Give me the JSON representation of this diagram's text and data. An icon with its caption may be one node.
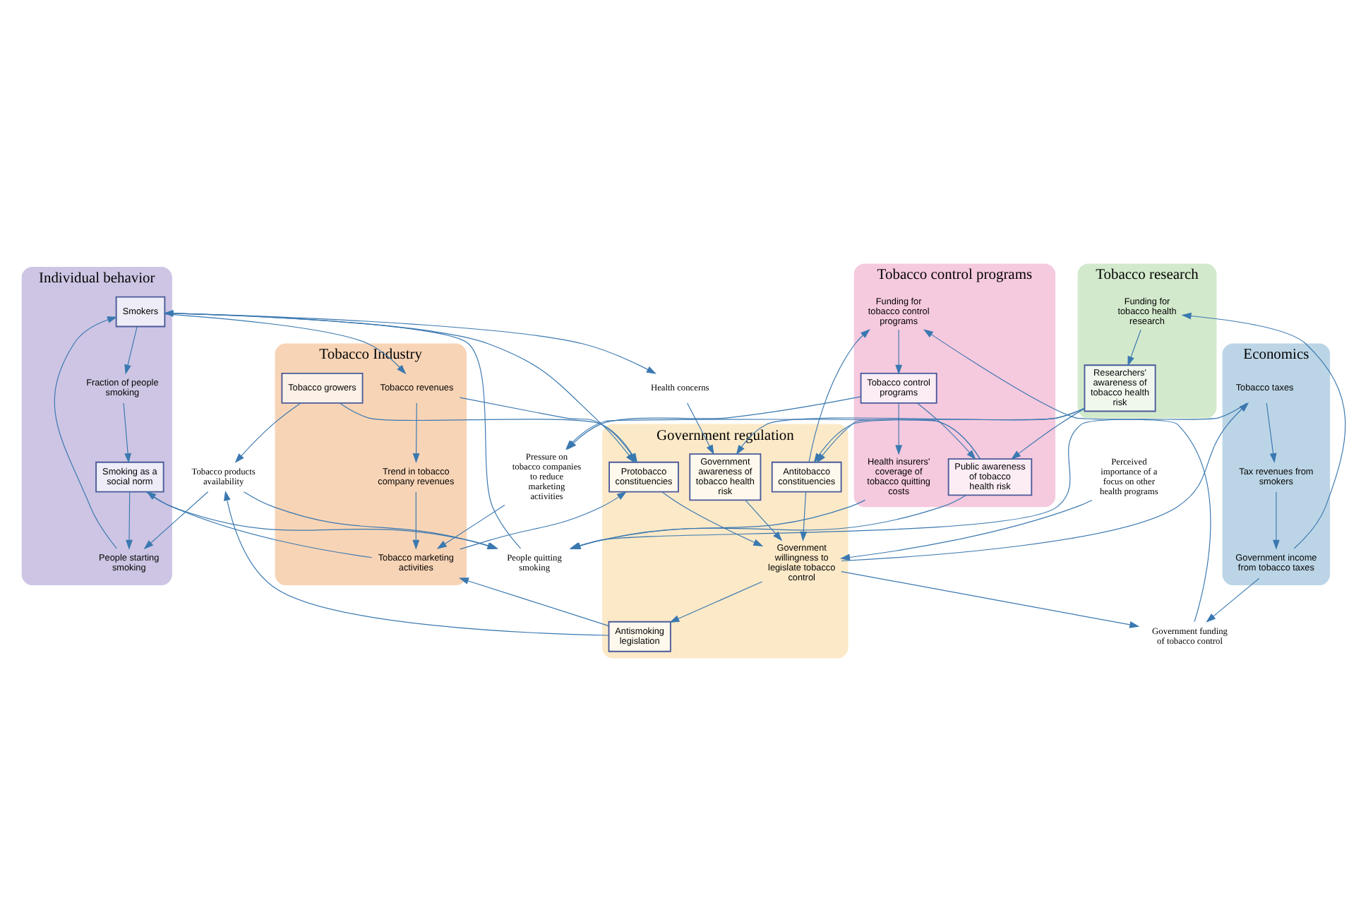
{
  "diagram": {
    "nodes": [
      {
        "text": [
          "Perceived importance of a focus on other health programs"
        ]
      },
      {
        "text": [
          "Government regulation"
        ]
      },
      {
        "text": [
          "Government willingness to legislate tobacco control"
        ],
        "in": 1
      },
      {
        "text": [
          "Protobacco constituencies"
        ],
        "in": 1
      },
      {
        "text": [
          "Government awareness of tobacco health risk"
        ],
        "in": 1
      },
      {
        "text": [
          "Antitobacco constituencies"
        ],
        "in": 1
      },
      {
        "text": [
          "Antismoking legislation"
        ],
        "in": 1
      },
      {
        "text": [
          "Economics"
        ]
      },
      {
        "text": [
          "Tobacco taxes"
        ],
        "in": 7
      },
      {
        "text": [
          "Tax revenues from smokers"
        ],
        "in": 7
      },
      {
        "text": [
          "Government income from tobacco taxes"
        ],
        "in": 7
      },
      {
        "text": [
          "Government funding of tobacco control"
        ]
      },
      {
        "text": [
          "Tobacco research"
        ]
      },
      {
        "text": [
          "Funding for tobacco health research"
        ],
        "in": 12
      },
      {
        "text": [
          "Researchers' awareness of tobacco health risk"
        ],
        "in": 12
      },
      {
        "text": [
          "Tobacco control programs"
        ]
      },
      {
        "text": [
          "Funding for tobacco control programs"
        ],
        "in": 15
      },
      {
        "text": [
          "Public awareness of tobacco health risk"
        ],
        "in": 15
      },
      {
        "text": [
          "Tobacco control programs"
        ],
        "in": 15
      },
      {
        "text": [
          "Health insurers' coverage of tobacco quitting costs"
        ],
        "in": 15
      },
      {
        "text": [
          "Health concerns"
        ]
      },
      {
        "text": [
          "Individual behavior"
        ]
      },
      {
        "text": [
          "Smokers"
        ],
        "in": 21
      },
      {
        "text": [
          "Fraction of people smoking"
        ],
        "in": 21
      },
      {
        "text": [
          "People starting smoking"
        ],
        "in": 21
      },
      {
        "text": [
          "Smoking as a social norm"
        ],
        "in": 21
      },
      {
        "text": [
          "People quitting smoking"
        ]
      },
      {
        "text": [
          "Tobacco Industry"
        ]
      },
      {
        "text": [
          "Tobacco revenues"
        ],
        "in": 27
      },
      {
        "text": [
          "Trend in tobacco company revenues"
        ],
        "in": 27
      },
      {
        "text": [
          "Tobacco marketing activities"
        ],
        "in": 27
      },
      {
        "text": [
          "Tobacco growers"
        ],
        "in": 27
      },
      {
        "text": [
          "Tobacco products availability"
        ]
      },
      {
        "text": [
          "Pressure on tobacco companies to reduce marketing activities"
        ]
      }
    ],
    "edges": [
      {
        "from": 0,
        "to": 2,
        "arrow": "to"
      },
      {
        "from": 2,
        "to": 8,
        "arrow": "to"
      },
      {
        "from": 2,
        "to": 6,
        "arrow": "to"
      },
      {
        "from": 2,
        "to": 11,
        "arrow": "to"
      },
      {
        "from": 3,
        "to": 2,
        "arrow": "to"
      },
      {
        "from": 4,
        "to": 2,
        "arrow": "to"
      },
      {
        "from": 5,
        "to": 2,
        "arrow": "to"
      },
      {
        "from": 8,
        "to": 9,
        "arrow": "to"
      },
      {
        "from": 9,
        "to": 10,
        "arrow": "to"
      },
      {
        "from": 10,
        "to": 11,
        "arrow": "to"
      },
      {
        "from": 10,
        "to": 13,
        "arrow": "to"
      },
      {
        "from": 11,
        "to": 16,
        "arrow": "to"
      },
      {
        "from": 16,
        "to": 18,
        "arrow": "to"
      },
      {
        "from": 13,
        "to": 14,
        "arrow": "to"
      },
      {
        "from": 14,
        "to": 4,
        "arrow": "to"
      },
      {
        "from": 14,
        "to": 5,
        "arrow": "to"
      },
      {
        "from": 14,
        "to": 17,
        "arrow": "to"
      },
      {
        "from": 5,
        "to": 16,
        "arrow": "to"
      },
      {
        "from": 18,
        "to": 17,
        "arrow": "to"
      },
      {
        "from": 18,
        "to": 19,
        "arrow": "to"
      },
      {
        "from": 18,
        "to": 33,
        "arrow": "to"
      },
      {
        "from": 19,
        "to": 26,
        "arrow": "to"
      },
      {
        "from": 17,
        "to": 26,
        "arrow": "to"
      },
      {
        "from": 17,
        "to": 33,
        "arrow": "to"
      },
      {
        "from": 17,
        "to": 5,
        "arrow": "to"
      },
      {
        "from": 8,
        "to": 26,
        "arrow": "to"
      },
      {
        "from": 20,
        "to": 4,
        "arrow": "to"
      },
      {
        "from": 22,
        "to": 20,
        "arrow": "to"
      },
      {
        "from": 22,
        "to": 3,
        "arrow": "to"
      },
      {
        "from": 22,
        "to": 28,
        "arrow": "to"
      },
      {
        "from": 22,
        "to": 23,
        "arrow": "to"
      },
      {
        "from": 23,
        "to": 25,
        "arrow": "to"
      },
      {
        "from": 25,
        "to": 24,
        "arrow": "to"
      },
      {
        "from": 25,
        "to": 26,
        "arrow": "to"
      },
      {
        "from": 24,
        "to": 22,
        "arrow": "to"
      },
      {
        "from": 26,
        "to": 22,
        "arrow": "to"
      },
      {
        "from": 28,
        "to": 29,
        "arrow": "to"
      },
      {
        "from": 29,
        "to": 30,
        "arrow": "to"
      },
      {
        "from": 28,
        "to": 3,
        "arrow": "to"
      },
      {
        "from": 31,
        "to": 3,
        "arrow": "to"
      },
      {
        "from": 30,
        "to": 3,
        "arrow": "to"
      },
      {
        "from": 30,
        "to": 25,
        "arrow": "to"
      },
      {
        "from": 31,
        "to": 32,
        "arrow": "to"
      },
      {
        "from": 6,
        "to": 32,
        "arrow": "to"
      },
      {
        "from": 6,
        "to": 30,
        "arrow": "to"
      },
      {
        "from": 32,
        "to": 24,
        "arrow": "to"
      },
      {
        "from": 32,
        "to": 26,
        "arrow": "to"
      },
      {
        "from": 33,
        "to": 30,
        "arrow": "to"
      }
    ]
  }
}
